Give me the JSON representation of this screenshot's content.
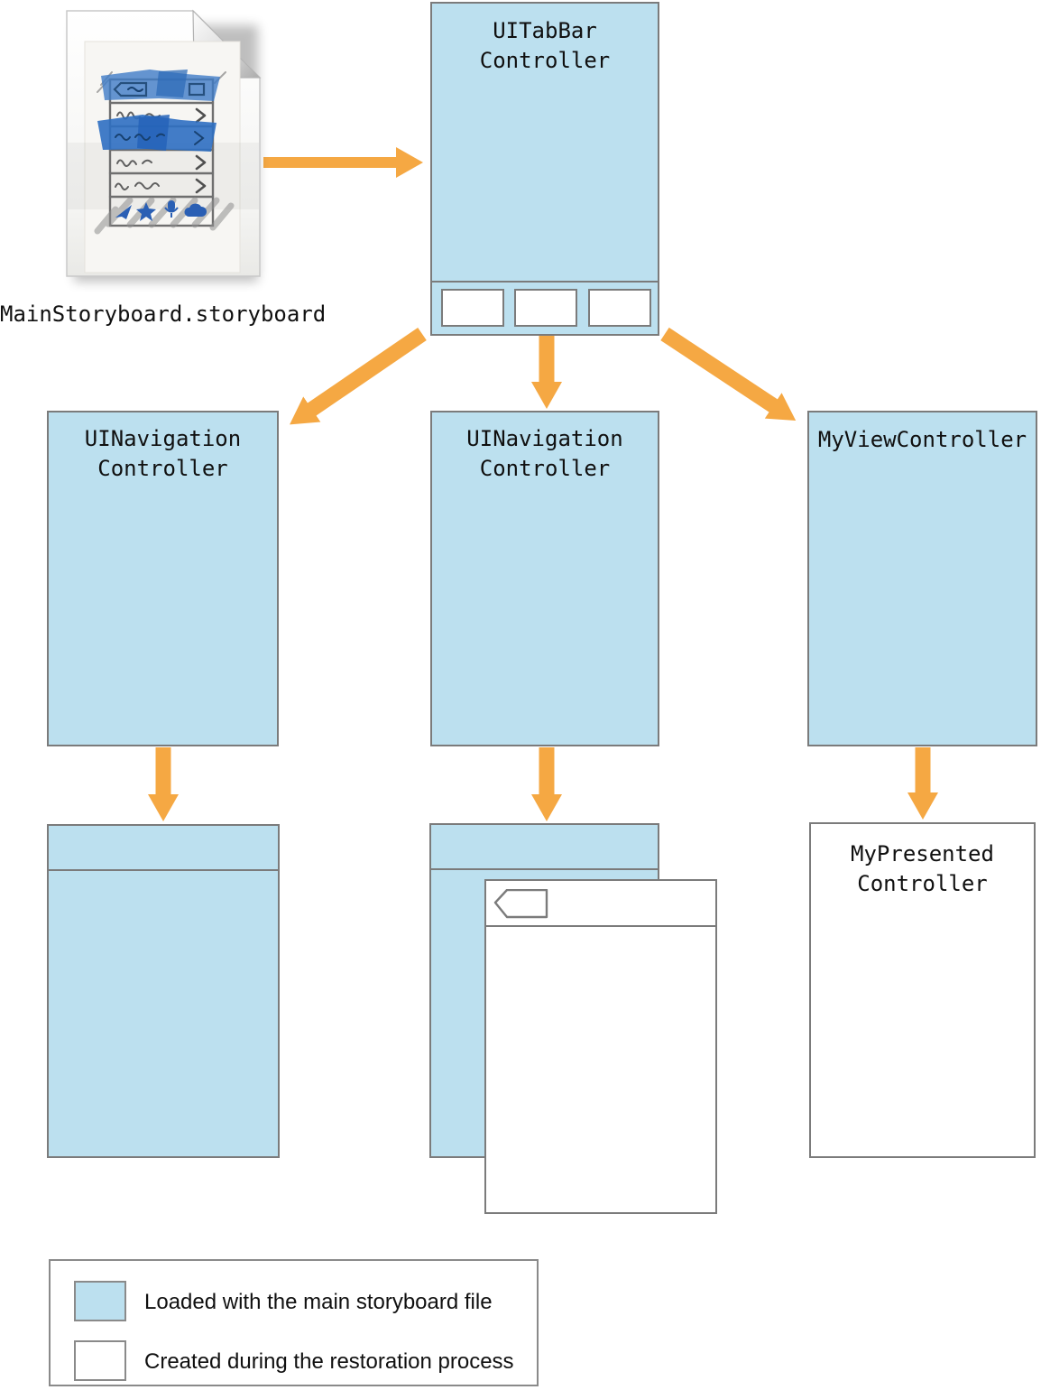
{
  "diagram": {
    "file": {
      "name": "MainStoryboard.storyboard"
    },
    "nodes": {
      "tabbar": "UITabBar\nController",
      "nav_left": "UINavigation\nController",
      "nav_mid": "UINavigation\nController",
      "myview": "MyViewController",
      "presented": "MyPresented\nController"
    },
    "legend": {
      "items": [
        {
          "id": "storyboard-loaded",
          "swatch_color": "#bce0ef",
          "label": "Loaded with the main storyboard file"
        },
        {
          "id": "restoration-created",
          "swatch_color": "#ffffff",
          "label": "Created during the restoration process"
        }
      ]
    },
    "colors": {
      "storyboard_blue": "#bce0ef",
      "arrow_orange": "#f5a843",
      "border_gray": "#7b7b7b"
    }
  }
}
